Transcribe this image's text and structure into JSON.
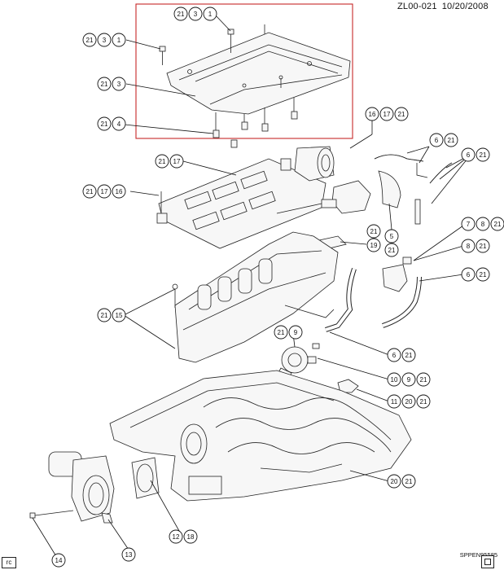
{
  "header": {
    "code": "ZL00-021",
    "date": "10/20/2008"
  },
  "reference_code": "SPPEN95585",
  "corner_label": "rc",
  "callouts": {
    "c1": [
      "21",
      "3",
      "1"
    ],
    "c2": [
      "21",
      "3",
      "1"
    ],
    "c3": [
      "21",
      "3"
    ],
    "c4": [
      "21",
      "4"
    ],
    "c5": [
      "16",
      "17",
      "21"
    ],
    "c6": [
      "21",
      "17"
    ],
    "c7": [
      "21",
      "17",
      "16"
    ],
    "c8": [
      "6",
      "21"
    ],
    "c9": [
      "6",
      "21"
    ],
    "c10": [
      "5"
    ],
    "c11": [
      "21"
    ],
    "c12": [
      "19"
    ],
    "c13": [
      "21"
    ],
    "c14": [
      "7",
      "8",
      "21"
    ],
    "c15": [
      "8",
      "21"
    ],
    "c16": [
      "6",
      "21"
    ],
    "c17": [
      "21",
      "15"
    ],
    "c18": [
      "21",
      "9"
    ],
    "c19": [
      "6",
      "21"
    ],
    "c20": [
      "10",
      "9",
      "21"
    ],
    "c21": [
      "11",
      "20",
      "21"
    ],
    "c22": [
      "20",
      "21"
    ],
    "c23": [
      "12",
      "18"
    ],
    "c24": [
      "13"
    ],
    "c25": [
      "14"
    ]
  }
}
